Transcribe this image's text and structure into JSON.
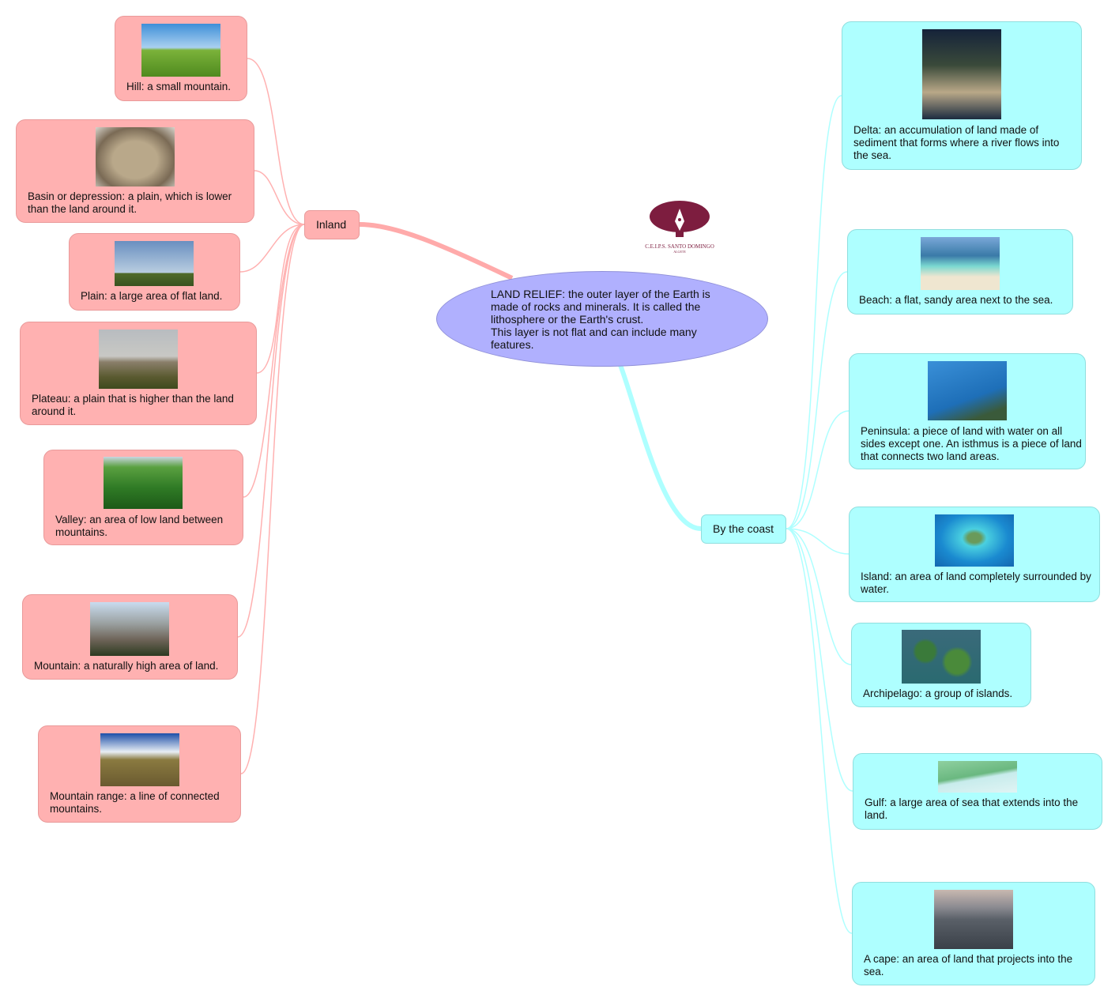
{
  "center": {
    "text": "LAND RELIEF: the outer layer of the Earth is made of rocks and minerals. It is called the lithosphere or the Earth's crust.\nThis layer is not flat and can include many features."
  },
  "logo": {
    "text": "C.E.I.P.S. SANTO DOMINGO",
    "subtext": "ALGETE",
    "color": "#7d1d3f"
  },
  "inland": {
    "label": "Inland",
    "color": "#ffb1b1",
    "items": [
      {
        "text": "Hill: a small mountain.",
        "image": "hill-photo"
      },
      {
        "text": "Basin or depression: a plain, which is lower than the land around it.",
        "image": "basin-photo"
      },
      {
        "text": "Plain: a large area of flat land.",
        "image": "plain-photo"
      },
      {
        "text": "Plateau: a plain that is higher than the land around it.",
        "image": "plateau-photo"
      },
      {
        "text": "Valley: an area of low land between mountains.",
        "image": "valley-photo"
      },
      {
        "text": "Mountain: a naturally high area of land.",
        "image": "mountain-photo"
      },
      {
        "text": "Mountain range: a line of connected mountains.",
        "image": "mountain-range-photo"
      }
    ]
  },
  "coast": {
    "label": "By the coast",
    "color": "#aeffff",
    "items": [
      {
        "text": "Delta: an accumulation of land made of sediment that forms where a river flows into the sea.",
        "image": "delta-photo"
      },
      {
        "text": "Beach: a flat, sandy area next to the sea.",
        "image": "beach-photo"
      },
      {
        "text": "Peninsula: a piece of land with water on all sides except one. An isthmus is a piece of land that connects two land areas.",
        "image": "peninsula-photo"
      },
      {
        "text": "Island: an area of land completely surrounded by water.",
        "image": "island-photo"
      },
      {
        "text": "Archipelago: a group of islands.",
        "image": "archipelago-photo"
      },
      {
        "text": "Gulf: a large area of sea that extends into the land.",
        "image": "gulf-photo"
      },
      {
        "text": "A cape: an area of land that projects into the sea.",
        "image": "cape-photo"
      }
    ]
  }
}
